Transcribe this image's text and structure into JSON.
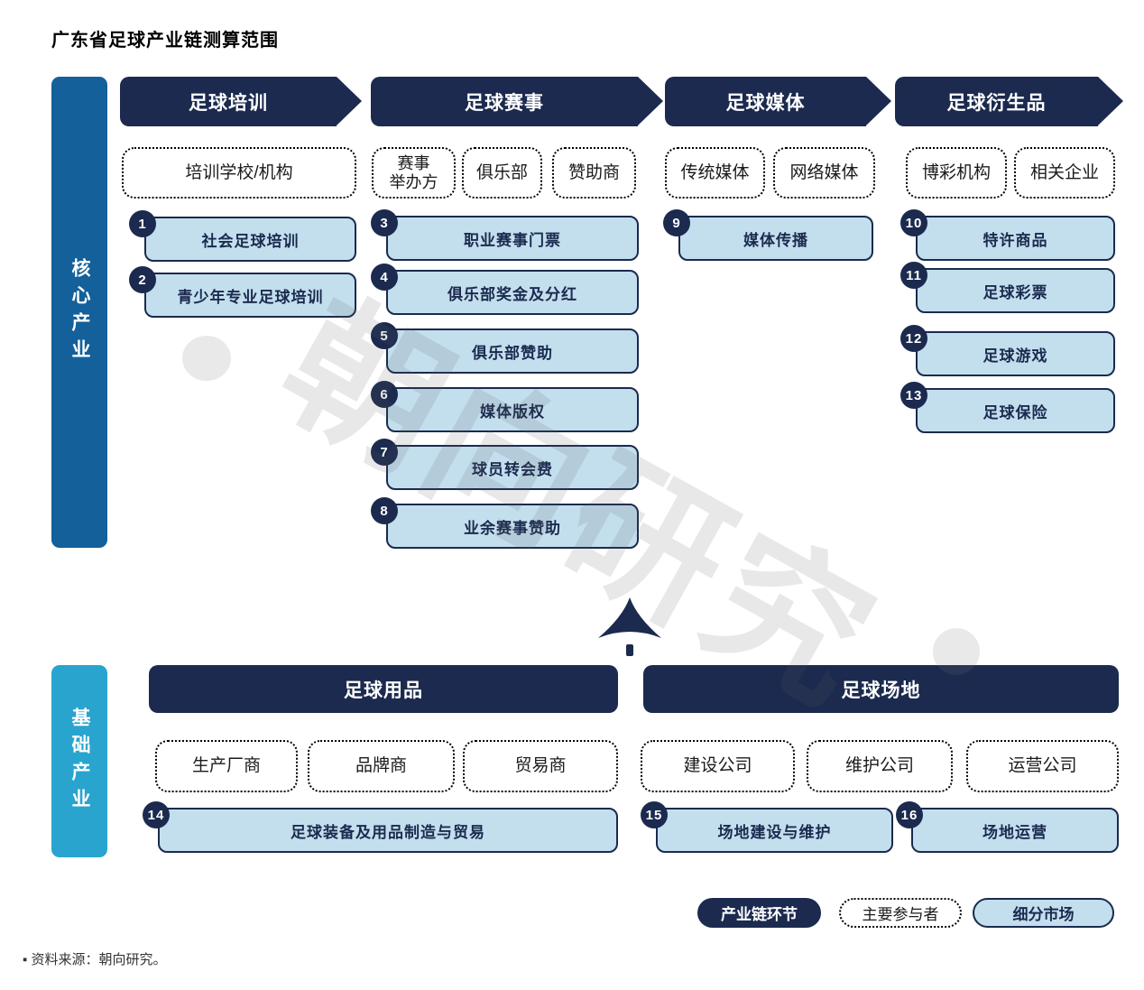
{
  "title": "广东省足球产业链测算范围",
  "watermark": {
    "text": "朝向研究"
  },
  "core_section": {
    "sidebar_label": "核心产业",
    "columns": [
      {
        "header": "足球培训",
        "participants": [
          "培训学校/机构"
        ],
        "markets": [
          {
            "num": "1",
            "label": "社会足球培训"
          },
          {
            "num": "2",
            "label": "青少年专业足球培训"
          }
        ]
      },
      {
        "header": "足球赛事",
        "participants": [
          "赛事\n举办方",
          "俱乐部",
          "赞助商"
        ],
        "markets": [
          {
            "num": "3",
            "label": "职业赛事门票"
          },
          {
            "num": "4",
            "label": "俱乐部奖金及分红"
          },
          {
            "num": "5",
            "label": "俱乐部赞助"
          },
          {
            "num": "6",
            "label": "媒体版权"
          },
          {
            "num": "7",
            "label": "球员转会费"
          },
          {
            "num": "8",
            "label": "业余赛事赞助"
          }
        ]
      },
      {
        "header": "足球媒体",
        "participants": [
          "传统媒体",
          "网络媒体"
        ],
        "markets": [
          {
            "num": "9",
            "label": "媒体传播"
          }
        ]
      },
      {
        "header": "足球衍生品",
        "participants": [
          "博彩机构",
          "相关企业"
        ],
        "markets": [
          {
            "num": "10",
            "label": "特许商品"
          },
          {
            "num": "11",
            "label": "足球彩票"
          },
          {
            "num": "12",
            "label": "足球游戏"
          },
          {
            "num": "13",
            "label": "足球保险"
          }
        ]
      }
    ]
  },
  "base_section": {
    "sidebar_label": "基础产业",
    "columns": [
      {
        "header": "足球用品",
        "participants": [
          "生产厂商",
          "品牌商",
          "贸易商"
        ],
        "markets": [
          {
            "num": "14",
            "label": "足球装备及用品制造与贸易"
          }
        ]
      },
      {
        "header": "足球场地",
        "participants": [
          "建设公司",
          "维护公司",
          "运营公司"
        ],
        "markets": [
          {
            "num": "15",
            "label": "场地建设与维护"
          },
          {
            "num": "16",
            "label": "场地运营"
          }
        ]
      }
    ]
  },
  "legend": {
    "items": [
      {
        "label": "产业链环节"
      },
      {
        "label": "主要参与者"
      },
      {
        "label": "细分市场"
      }
    ]
  },
  "footer": {
    "source": "▪ 资料来源：朝向研究。"
  },
  "colors": {
    "navy": "#1b2a4e",
    "core_sidebar_blue": "#13609a",
    "base_sidebar_cyan": "#29a4cf",
    "market_fill": "#c3dfee"
  }
}
